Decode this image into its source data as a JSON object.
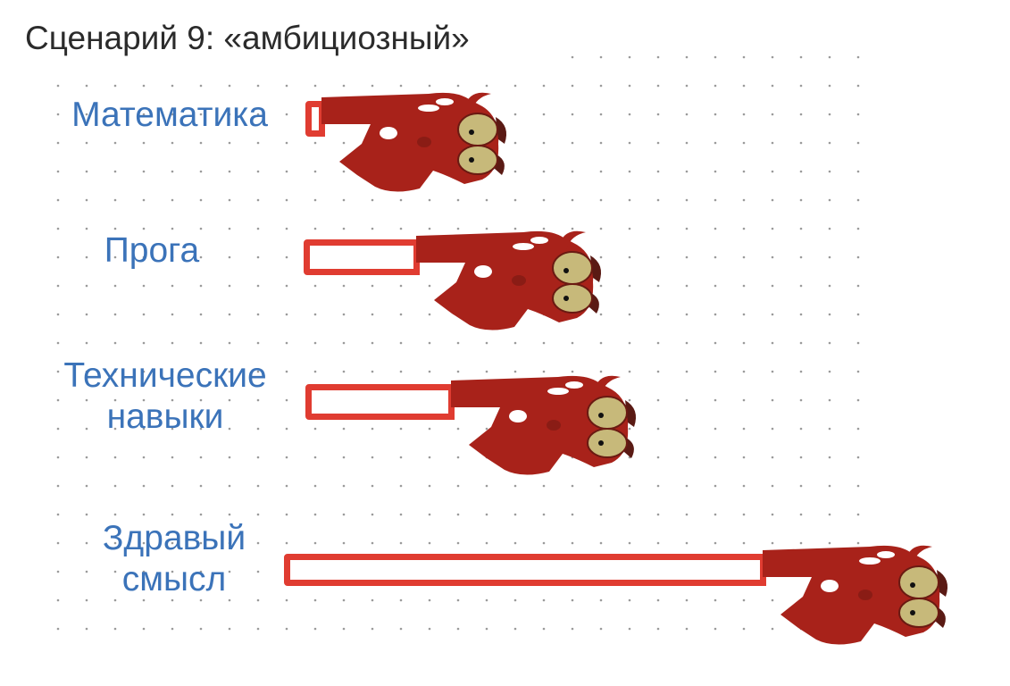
{
  "title": "Сценарий 9: «амбициозный»",
  "colors": {
    "label": "#3b73b9",
    "bar": "#e03c31",
    "dragon": "#a8221a",
    "eye": "#c7b97a"
  },
  "chart_data": {
    "type": "bar",
    "title": "Сценарий 9: «амбициозный»",
    "orientation": "horizontal",
    "categories": [
      "Математика",
      "Прога",
      "Технические навыки",
      "Здравый смысл"
    ],
    "values": [
      4,
      24,
      31,
      100
    ],
    "xlabel": "",
    "ylabel": "",
    "xlim": [
      0,
      100
    ],
    "grid": "dots"
  },
  "labels": [
    {
      "lines": [
        "Математика"
      ]
    },
    {
      "lines": [
        "Прога"
      ]
    },
    {
      "lines": [
        "Технические",
        "навыки"
      ]
    },
    {
      "lines": [
        "Здравый",
        "смысл"
      ]
    }
  ]
}
